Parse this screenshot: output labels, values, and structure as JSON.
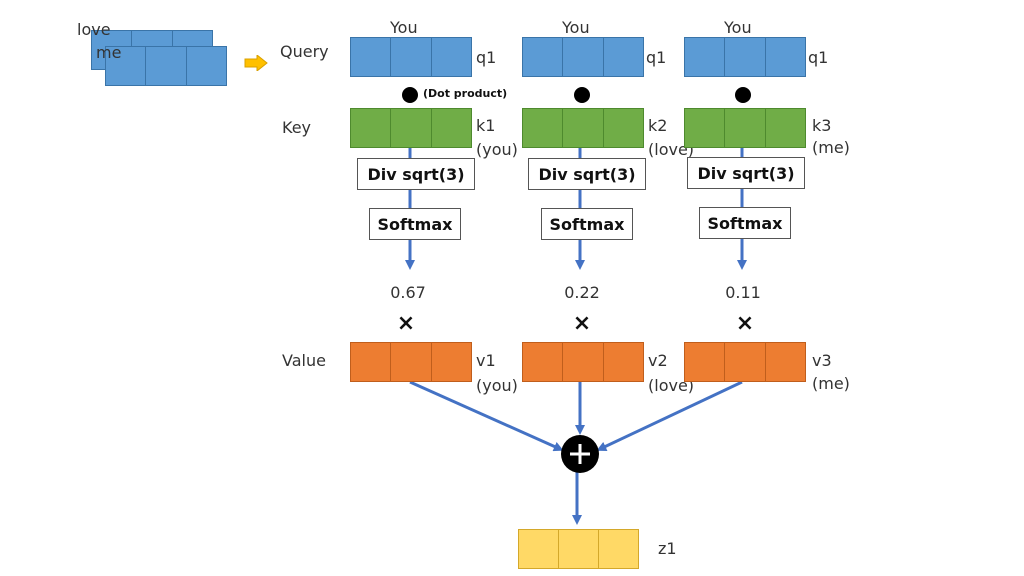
{
  "input": {
    "words": [
      "love",
      "me"
    ],
    "arrow_icon": "right-arrow-icon"
  },
  "row_labels": {
    "query": "Query",
    "key": "Key",
    "value": "Value"
  },
  "dot_product_label": "(Dot product)",
  "columns": [
    {
      "query_word": "You",
      "query_name": "q1",
      "key_name": "k1",
      "key_word": "(you)",
      "div_label": "Div sqrt(3)",
      "softmax_label": "Softmax",
      "score": "0.67",
      "times": "×",
      "value_name": "v1",
      "value_word": "(you)"
    },
    {
      "query_word": "You",
      "query_name": "q1",
      "key_name": "k2",
      "key_word": "(love)",
      "div_label": "Div sqrt(3)",
      "softmax_label": "Softmax",
      "score": "0.22",
      "times": "×",
      "value_name": "v2",
      "value_word": "(love)"
    },
    {
      "query_word": "You",
      "query_name": "q1",
      "key_name": "k3",
      "key_word": "(me)",
      "div_label": "Div sqrt(3)",
      "softmax_label": "Softmax",
      "score": "0.11",
      "times": "×",
      "value_name": "v3",
      "value_word": "(me)"
    }
  ],
  "sum_icon": "plus-circle-icon",
  "output": {
    "name": "z1"
  },
  "colors": {
    "query": "#5b9bd5",
    "key": "#70ad47",
    "value": "#ed7d31",
    "output": "#ffd966",
    "arrow": "#4472c4",
    "input_arrow": "#ffc000"
  }
}
